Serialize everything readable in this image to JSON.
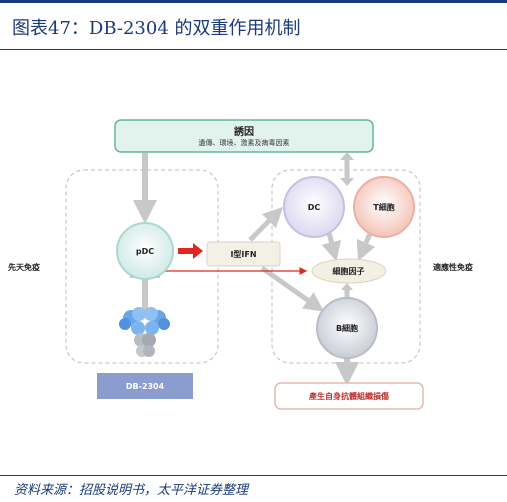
{
  "title": "图表47：DB-2304 的双重作用机制",
  "footer": "资料来源：招股说明书，太平洋证券整理",
  "diagram": {
    "inducer": {
      "title": "誘因",
      "subtitle": "遺傳、環境、激素及病毒因素"
    },
    "innate_label": "先天免疫",
    "adaptive_label": "適應性免疫",
    "pdc": "pDC",
    "ifn": "I型IFN",
    "dc": "DC",
    "tcell": "T細胞",
    "cytokines": "細胞因子",
    "bcell": "B細胞",
    "drug": "DB-2304",
    "autoantibody": "產生自身抗體組織損傷",
    "colors": {
      "inducer_fill": "#e2f2ec",
      "inducer_stroke": "#5eb89e",
      "pdc_fill": "#d9f0ec",
      "dc_fill": "#e3def2",
      "tcell_fill": "#f7cfc7",
      "bcell_fill": "#d4d6de",
      "drug_fill": "#8b9ccf",
      "red_arrow": "#e0281e",
      "grey_arrow": "#c8c8c8"
    }
  }
}
